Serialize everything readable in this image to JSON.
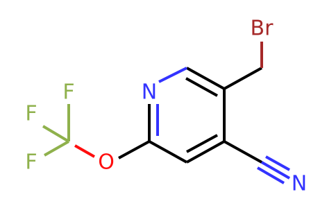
{
  "colors": {
    "carbon": "#000000",
    "nitrogen": "#3333ff",
    "oxygen": "#ff0d0d",
    "fluorine": "#8fb14c",
    "bromine": "#a62929"
  },
  "atoms": {
    "bromine": "Br",
    "ring_nitrogen": "N",
    "oxygen": "O",
    "fluorine_top": "F",
    "fluorine_left": "F",
    "fluorine_bottom": "F",
    "nitrile_nitrogen": "N"
  }
}
